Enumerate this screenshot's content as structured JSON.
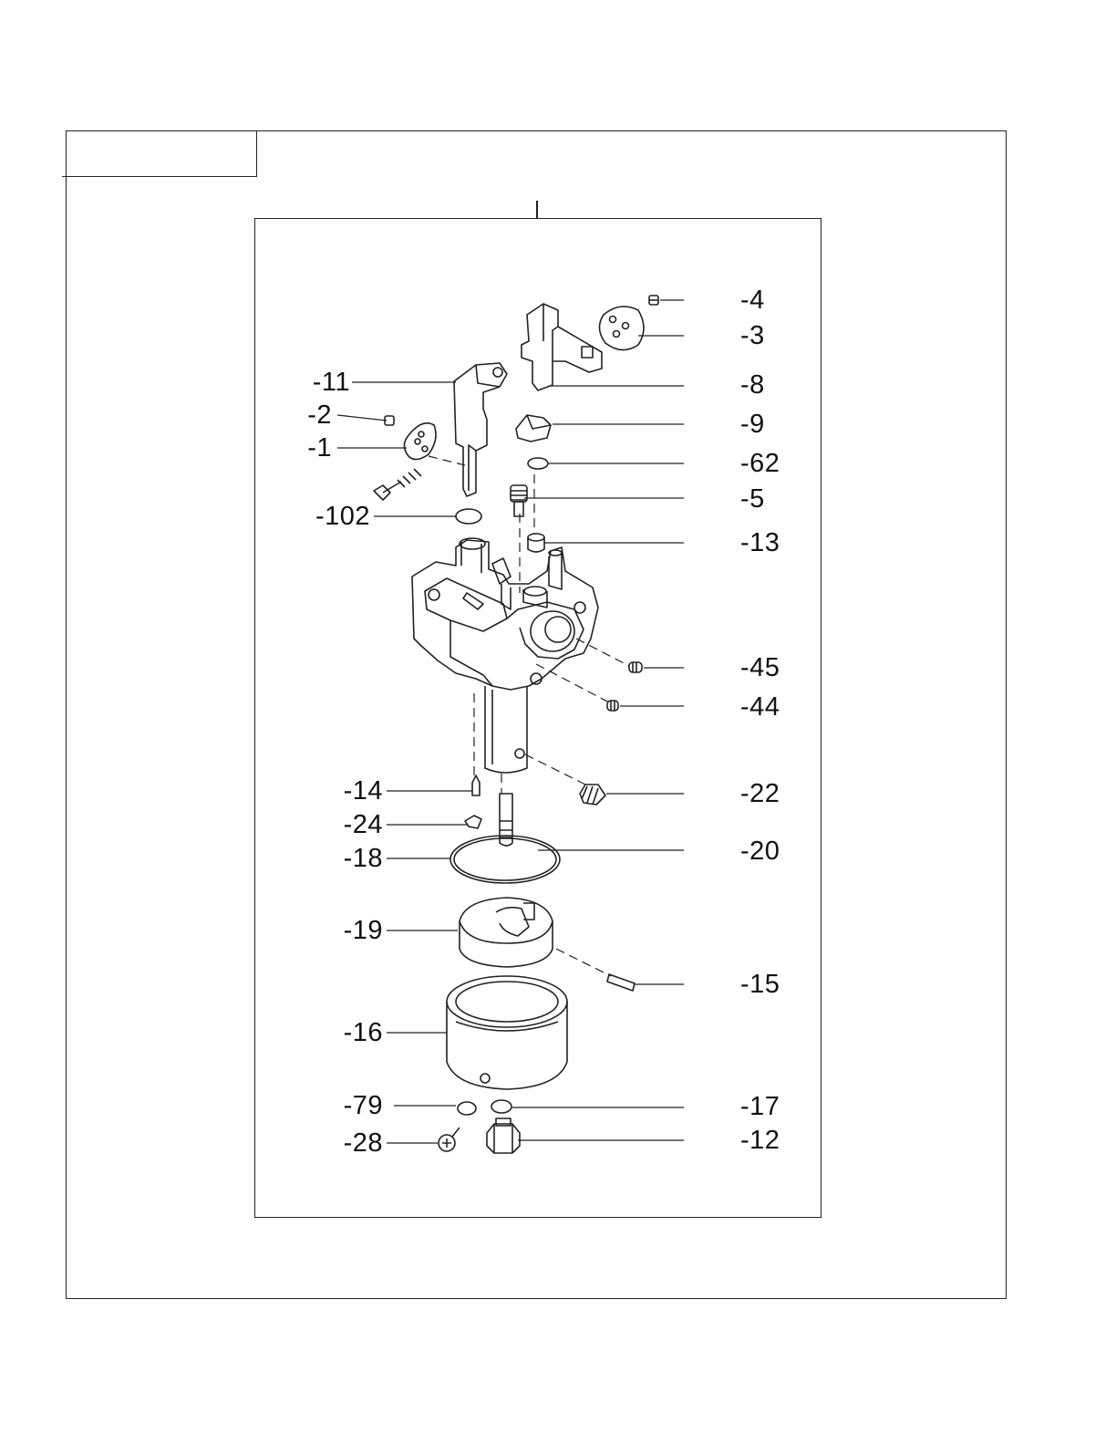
{
  "parts": {
    "right": [
      "-4",
      "-3",
      "-8",
      "-9",
      "-62",
      "-5",
      "-13",
      "-45",
      "-44",
      "-22",
      "-20",
      "-15",
      "-17",
      "-12"
    ],
    "left": [
      "-11",
      "-2",
      "-1",
      "-102",
      "-14",
      "-24",
      "-18",
      "-19",
      "-16",
      "-79",
      "-28"
    ]
  }
}
